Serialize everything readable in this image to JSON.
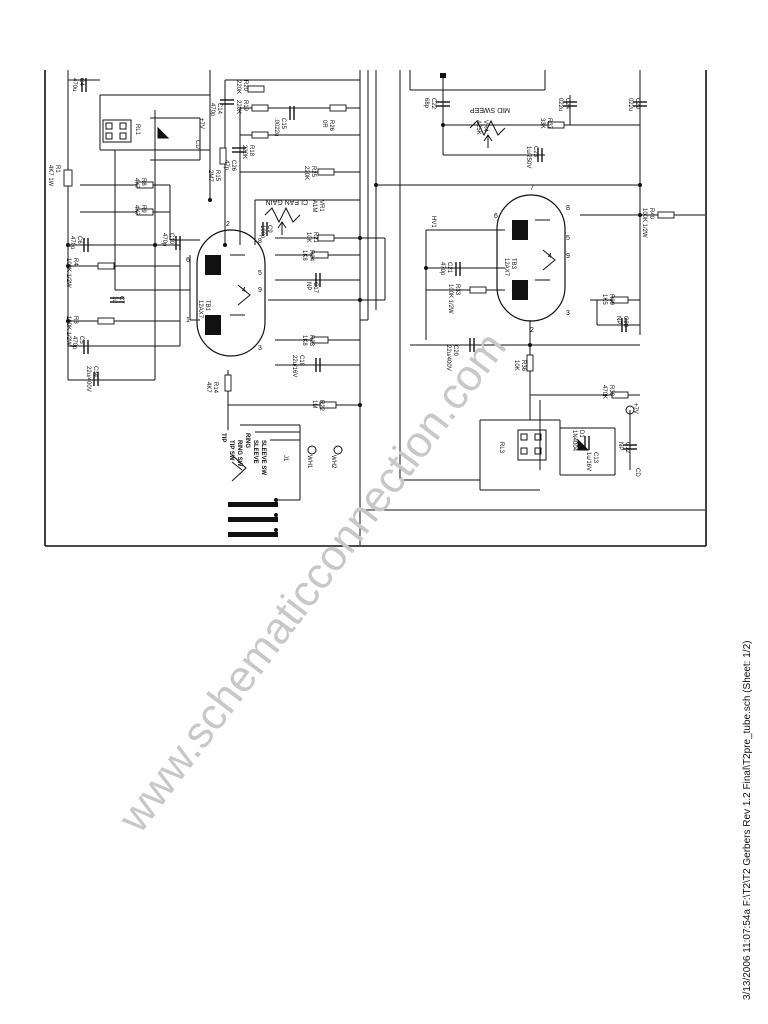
{
  "footer": "3/13/2006 11:07:54a  F:\\T2\\T2 Gerbers Rev 1.2  Final\\T2pre_tube.sch (Sheet: 1/2)",
  "watermark": "www.schematicconnection.com",
  "tubes": [
    {
      "ref": "TB1",
      "part": "12AX7"
    },
    {
      "ref": "TB3",
      "part": "12AX7"
    }
  ],
  "pins": {
    "tb1": [
      "8",
      "6",
      "5",
      "4",
      "9",
      "1",
      "3",
      "2"
    ],
    "tb3": [
      "6",
      "8",
      "5",
      "4",
      "9",
      "3",
      "7",
      "2"
    ]
  },
  "components": [
    {
      "ref": "C4",
      "value": "470u"
    },
    {
      "ref": "R1",
      "value": "4K7 1W"
    },
    {
      "ref": "RL1",
      "value": ""
    },
    {
      "ref": "R20",
      "value": "220K"
    },
    {
      "ref": "R19",
      "value": "220K"
    },
    {
      "ref": "C14",
      "value": "470p"
    },
    {
      "ref": "C15",
      "value": ".0022u"
    },
    {
      "ref": "R26",
      "value": "0R"
    },
    {
      "ref": "R18",
      "value": "220K"
    },
    {
      "ref": "C26",
      "value": "47p"
    },
    {
      "ref": "R15",
      "value": "2M7"
    },
    {
      "ref": "R25",
      "value": "220K"
    },
    {
      "ref": "R8",
      "value": "4K7"
    },
    {
      "ref": "R9",
      "value": "4K7"
    },
    {
      "ref": "VR1",
      "value": "A1M"
    },
    {
      "ref": "C10",
      "value": "470p"
    },
    {
      "ref": "C9",
      "value": "100p"
    },
    {
      "ref": "R21",
      "value": "10K"
    },
    {
      "ref": "R24",
      "value": "1K8"
    },
    {
      "ref": "C17",
      "value": "NP"
    },
    {
      "ref": "C6",
      "value": "470p"
    },
    {
      "ref": "R4",
      "value": "100K 1/2W"
    },
    {
      "ref": "C7",
      "value": "1u"
    },
    {
      "ref": "R3",
      "value": "100K 1/2W"
    },
    {
      "ref": "C5",
      "value": "470p"
    },
    {
      "ref": "R23",
      "value": "1K8"
    },
    {
      "ref": "C18",
      "value": "22u/16V"
    },
    {
      "ref": "C34",
      "value": "22u/400V"
    },
    {
      "ref": "R14",
      "value": "4K7"
    },
    {
      "ref": "R22",
      "value": "1M"
    },
    {
      "ref": "J1",
      "value": ""
    },
    {
      "ref": "WH1",
      "value": ""
    },
    {
      "ref": "WH2",
      "value": ""
    },
    {
      "ref": "C22",
      "value": "68p"
    },
    {
      "ref": "VR4",
      "value": "A25K"
    },
    {
      "ref": "R37",
      "value": "33K"
    },
    {
      "ref": "C24",
      "value": "022u"
    },
    {
      "ref": "C29",
      "value": "022u"
    },
    {
      "ref": "C28",
      "value": "NP"
    },
    {
      "ref": "C23",
      "value": "1u/250V"
    },
    {
      "ref": "R40",
      "value": "100K 1/2W"
    },
    {
      "ref": "C21",
      "value": "470p"
    },
    {
      "ref": "R33",
      "value": "100K 1/2W"
    },
    {
      "ref": "R39",
      "value": "1K5"
    },
    {
      "ref": "C20",
      "value": "22u/400V"
    },
    {
      "ref": "R36",
      "value": "10K"
    },
    {
      "ref": "R38",
      "value": "470K"
    },
    {
      "ref": "RL3",
      "value": ""
    },
    {
      "ref": "D1",
      "value": "1N4004"
    },
    {
      "ref": "C12",
      "value": "NP"
    },
    {
      "ref": "C13",
      "value": "1u/16V"
    }
  ],
  "labels": {
    "clean_gain": "CLEAN GAIN",
    "mid_sweep": "MID SWEEP",
    "hv1": "HV1",
    "plus7v": "+7V",
    "cd": "CD",
    "tip": "TIP",
    "ring": "RING",
    "sleeve": "SLEEVE",
    "tip_sw": "TIP SW",
    "ring_sw": "RING SW",
    "sleeve_sw": "SLEEVE SW"
  }
}
